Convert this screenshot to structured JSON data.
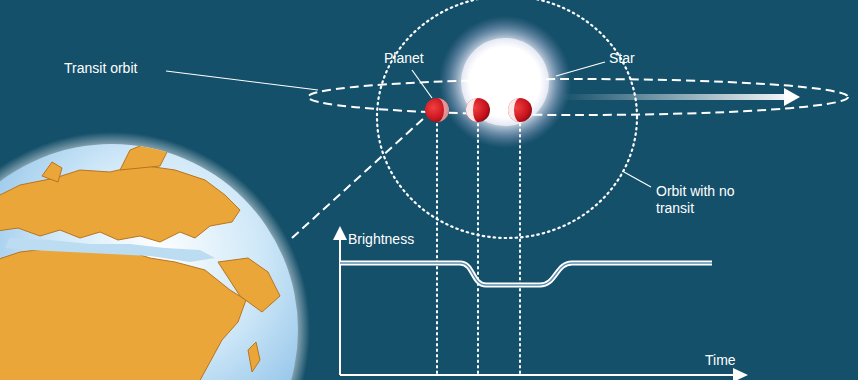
{
  "diagram": {
    "labels": [
      "Transit orbit",
      "Planet",
      "Star",
      "Orbit with no transit",
      "Brightness",
      "Time"
    ]
  }
}
